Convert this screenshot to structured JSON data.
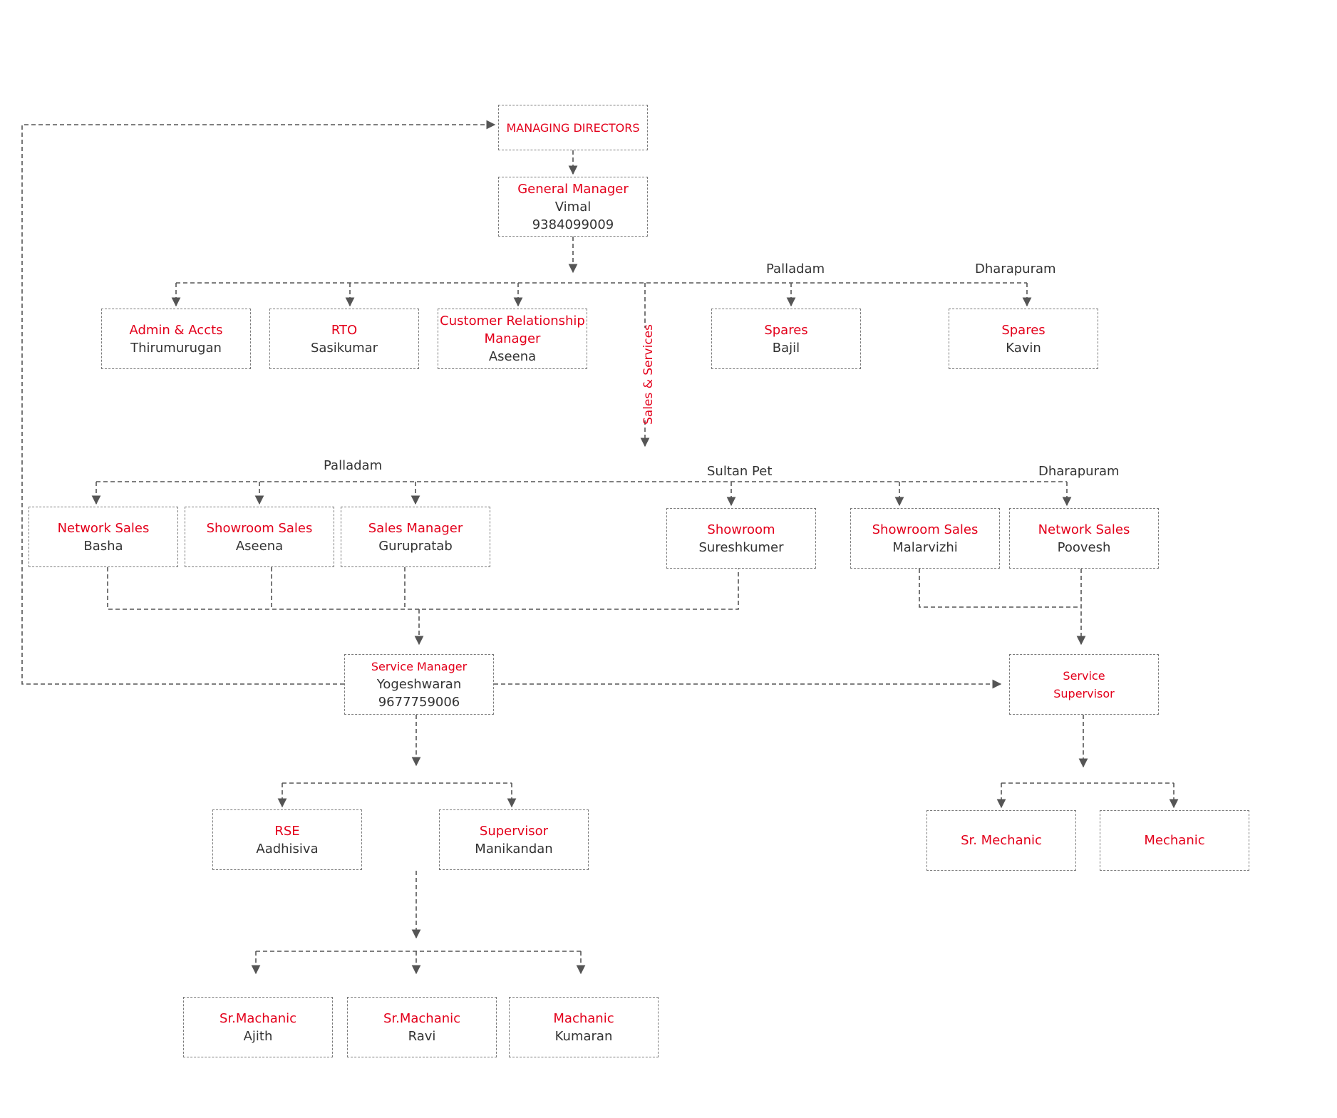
{
  "colors": {
    "title": "#e3001b",
    "name": "#333333",
    "connector": "#555555"
  },
  "nodes": {
    "md": {
      "title": "MANAGING DIRECTORS"
    },
    "gm": {
      "title": "General Manager",
      "name": "Vimal",
      "phone": "9384099009"
    },
    "admin": {
      "title": "Admin & Accts",
      "name": "Thirumurugan"
    },
    "rto": {
      "title": "RTO",
      "name": "Sasikumar"
    },
    "crm": {
      "title": "Customer Relationship\nManager",
      "name": "Aseena"
    },
    "spares_pal": {
      "title": "Spares",
      "name": "Bajil"
    },
    "spares_dha": {
      "title": "Spares",
      "name": "Kavin"
    },
    "net_pal": {
      "title": "Network Sales",
      "name": "Basha"
    },
    "show_pal": {
      "title": "Showroom Sales",
      "name": "Aseena"
    },
    "salesmgr": {
      "title": "Sales Manager",
      "name": "Gurupratab"
    },
    "showroom_sp": {
      "title": "Showroom",
      "name": "Sureshkumer"
    },
    "show_dha": {
      "title": "Showroom Sales",
      "name": "Malarvizhi"
    },
    "net_dha": {
      "title": "Network Sales",
      "name": "Poovesh"
    },
    "svcmgr": {
      "title": "Service Manager",
      "name": "Yogeshwaran",
      "phone": "9677759006"
    },
    "svcsup": {
      "title": "Service\nSupervisor"
    },
    "rse": {
      "title": "RSE",
      "name": "Aadhisiva"
    },
    "supervisor": {
      "title": "Supervisor",
      "name": "Manikandan"
    },
    "srmech_r": {
      "title": "Sr. Mechanic"
    },
    "mech_r": {
      "title": "Mechanic"
    },
    "srmach1": {
      "title": "Sr.Machanic",
      "name": "Ajith"
    },
    "srmach2": {
      "title": "Sr.Machanic",
      "name": "Ravi"
    },
    "mach": {
      "title": "Machanic",
      "name": "Kumaran"
    }
  },
  "labels": {
    "palladam_top": "Palladam",
    "dharapuram_top": "Dharapuram",
    "sales_services": "Sales & Services",
    "palladam_mid": "Palladam",
    "sultan_pet": "Sultan Pet",
    "dharapuram_mid": "Dharapuram"
  }
}
